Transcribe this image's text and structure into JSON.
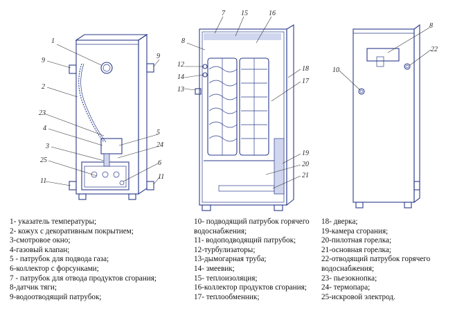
{
  "labels": {
    "n1": "1",
    "n2": "2",
    "n3": "3",
    "n4": "4",
    "n5": "5",
    "n6": "6",
    "n7": "7",
    "n8": "8",
    "n9": "9",
    "n10": "10",
    "n11": "11",
    "n12": "12",
    "n13": "13",
    "n14": "14",
    "n15": "15",
    "n16": "16",
    "n17": "17",
    "n18": "18",
    "n19": "19",
    "n20": "20",
    "n21": "21",
    "n22": "22",
    "n23": "23",
    "n24": "24",
    "n25": "25"
  },
  "legend": {
    "col1": [
      "1- указатель температуры;",
      "2- кожух с декоративным покрытием;",
      "3-смотровое окно;",
      "4-газовый клапан;",
      "5 - патрубок для подвода газа;",
      "6-коллектор с форсунками;",
      "7 - патрубок для отвода продуктов сгорания;",
      "8-датчик тяги;",
      "9-водоотводящий патрубок;"
    ],
    "col2": [
      "10- подводящий патрубок горячего",
      "водоснабжения;",
      "11- водоподводящий патрубок;",
      "12-турбулизаторы;",
      "13-дымогарная труба;",
      "14- змеевик;",
      "15- теплоизоляция;",
      "16-коллектор продуктов сгорания;",
      "17- теплообменник;"
    ],
    "col3": [
      "18- дверка;",
      "19-камера сгорания;",
      "20-пилотная горелка;",
      "21-основная горелка;",
      "22-отводящий патрубок горячего",
      "водоснабжения;",
      "23- пьезокнопка;",
      "24- термопара;",
      "25-искровой электрод."
    ]
  }
}
